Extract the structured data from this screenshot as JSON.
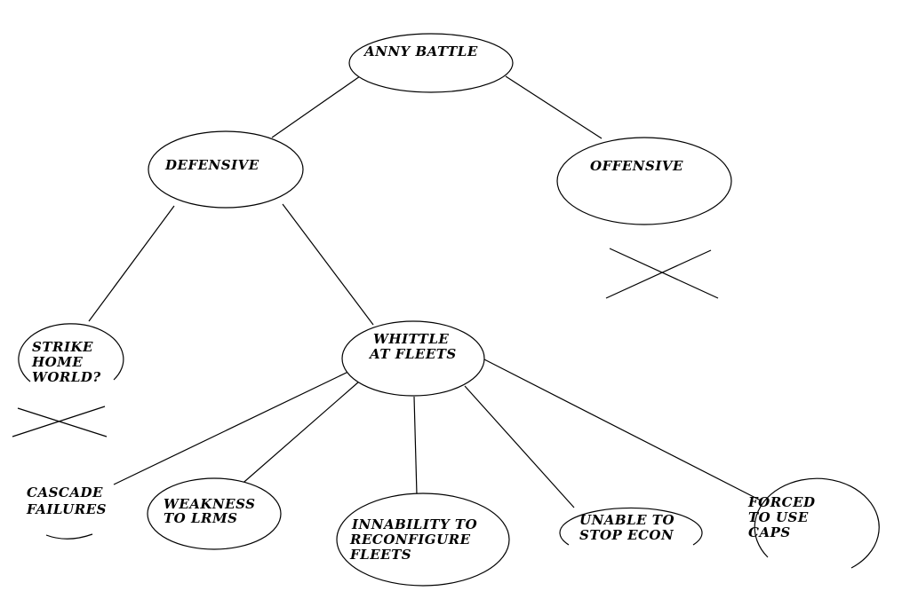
{
  "diagram": {
    "nodes": {
      "root": {
        "label": "ANNY BATTLE"
      },
      "defensive": {
        "label": "DEFENSIVE"
      },
      "offensive": {
        "label": "OFFENSIVE"
      },
      "strike_home_world": {
        "lines": [
          "STRIKE",
          "HOME",
          "WORLD?"
        ]
      },
      "whittle_at_fleets": {
        "lines": [
          "WHITTLE",
          "AT FLEETS"
        ]
      },
      "cascade_failures": {
        "lines": [
          "CASCADE",
          "FAILURES"
        ]
      },
      "weakness_to_lrms": {
        "lines": [
          "WEAKNESS",
          "TO LRMS"
        ]
      },
      "innability_to_reconfigure": {
        "lines": [
          "INNABILITY TO",
          "RECONFIGURE",
          "FLEETS"
        ]
      },
      "unable_to_stop_econ": {
        "lines": [
          "UNABLE TO",
          "STOP ECON"
        ]
      },
      "forced_to_use_caps": {
        "lines": [
          "FORCED",
          "TO USE",
          "CAPS"
        ]
      }
    },
    "stroke_color": "#000000",
    "background_color": "#ffffff"
  }
}
